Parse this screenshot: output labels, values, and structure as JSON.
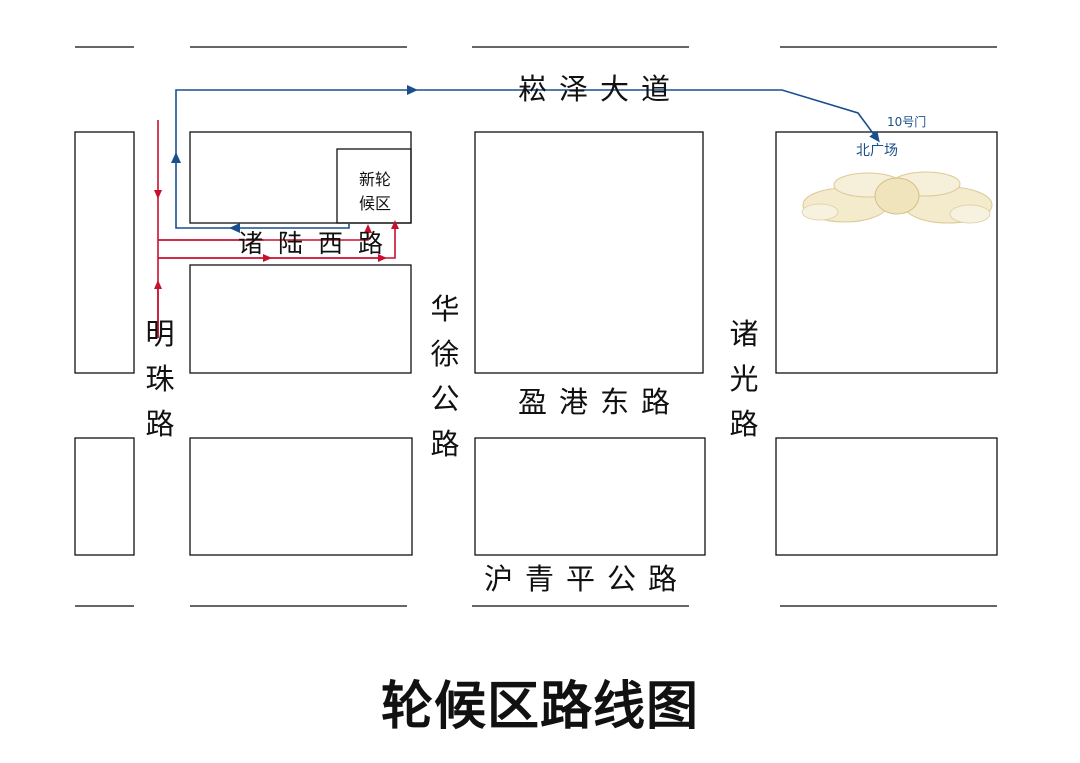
{
  "title": "轮候区路线图",
  "roads": {
    "songze": "崧泽大道",
    "zhulu_west": "诸陆西路",
    "mingzhu": "明珠路",
    "huaxu": "华徐公路",
    "yinggang_east": "盈港东路",
    "zhuguang": "诸光路",
    "huqingping": "沪青平公路"
  },
  "places": {
    "new_waiting_area": "新轮候区",
    "gate": "10号门",
    "north_plaza": "北广场"
  },
  "colors": {
    "red_route": "#c8102e",
    "blue_route": "#1a4f8e",
    "building_gold": "#e8d9a8"
  }
}
